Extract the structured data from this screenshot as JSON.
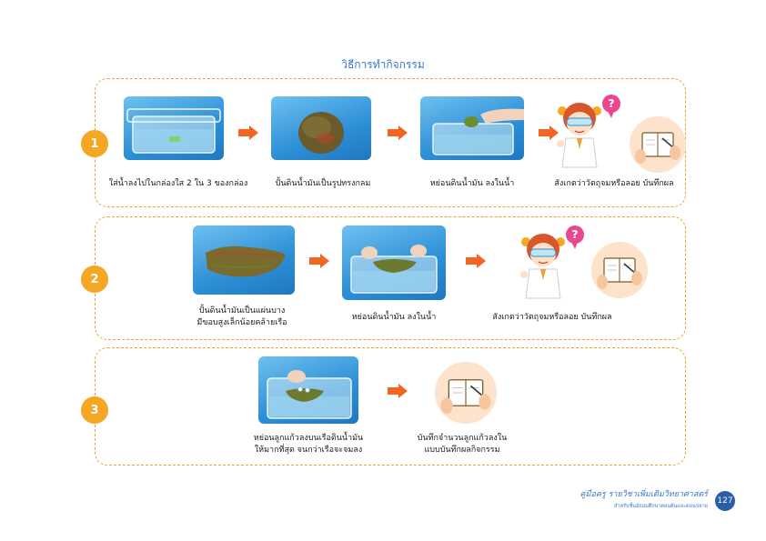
{
  "title": "วิธีการทำกิจกรรม",
  "steps": [
    {
      "number": "1",
      "captions": [
        "ใส่น้ำลงไปในกล่องใส 2 ใน 3 ของกล่อง",
        "ปั้นดินน้ำมันเป็นรูปทรงกลม",
        "หย่อนดินน้ำมัน ลงในน้ำ",
        "สังเกตว่าวัตถุจมหรือลอย บันทึกผล"
      ]
    },
    {
      "number": "2",
      "captions": [
        "ปั้นดินน้ำมันเป็นแผ่นบาง",
        "มีขอบสูงเล็กน้อยคล้ายเรือ",
        "หย่อนดินน้ำมัน ลงในน้ำ",
        "สังเกตว่าวัตถุจมหรือลอย บันทึกผล"
      ]
    },
    {
      "number": "3",
      "captions": [
        "หย่อนลูกแก้วลงบนเรือดินน้ำมัน",
        "ให้มากที่สุด จนกว่าเรือจะจมลง",
        "บันทึกจำนวนลูกแก้วลงใน",
        "แบบบันทึกผลกิจกรรม"
      ]
    }
  ],
  "question_mark": "?",
  "footer": {
    "title": "คู่มือครู รายวิชาเพิ่มเติมวิทยาศาสตร์",
    "subtitle": "สำหรับชั้นมัธยมศึกษาตอนต้นและตอนปลาย",
    "page": "127"
  },
  "colors": {
    "accent": "#f5a623",
    "arrow": "#f26522",
    "title": "#3a78c8",
    "page_badge": "#2b5ea8"
  }
}
